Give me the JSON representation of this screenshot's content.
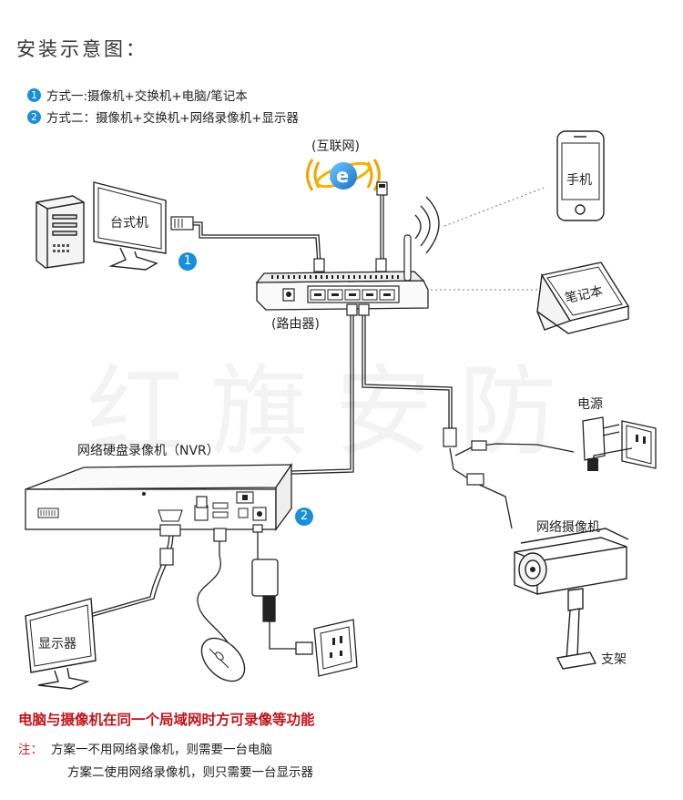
{
  "title": "安装示意图：",
  "methods": [
    {
      "num": "1",
      "text": "方式一:摄像机+交换机+电脑/笔记本"
    },
    {
      "num": "2",
      "text": "方式二：摄像机+交换机+网络录像机+显示器"
    }
  ],
  "labels": {
    "internet": "(互联网)",
    "desktop": "台式机",
    "phone": "手机",
    "laptop": "笔记本",
    "router": "(路由器)",
    "power": "电源",
    "nvr": "网络硬盘录像机（NVR）",
    "camera": "网络摄像机",
    "monitor": "显示器",
    "bracket": "支架"
  },
  "diagram_badges": [
    "1",
    "2"
  ],
  "watermark": "红旗安防",
  "warning": "电脑与摄像机在同一个局域网时方可录像等功能",
  "note": {
    "label": "注：",
    "lines": [
      "方案一不用网络录像机，则需要一台电脑",
      "方案二使用网络录像机，则只需要一台显示器"
    ]
  },
  "colors": {
    "accent_blue": "#1a8fd8",
    "warning_red": "#c0141c",
    "note_red": "#d6202a"
  }
}
